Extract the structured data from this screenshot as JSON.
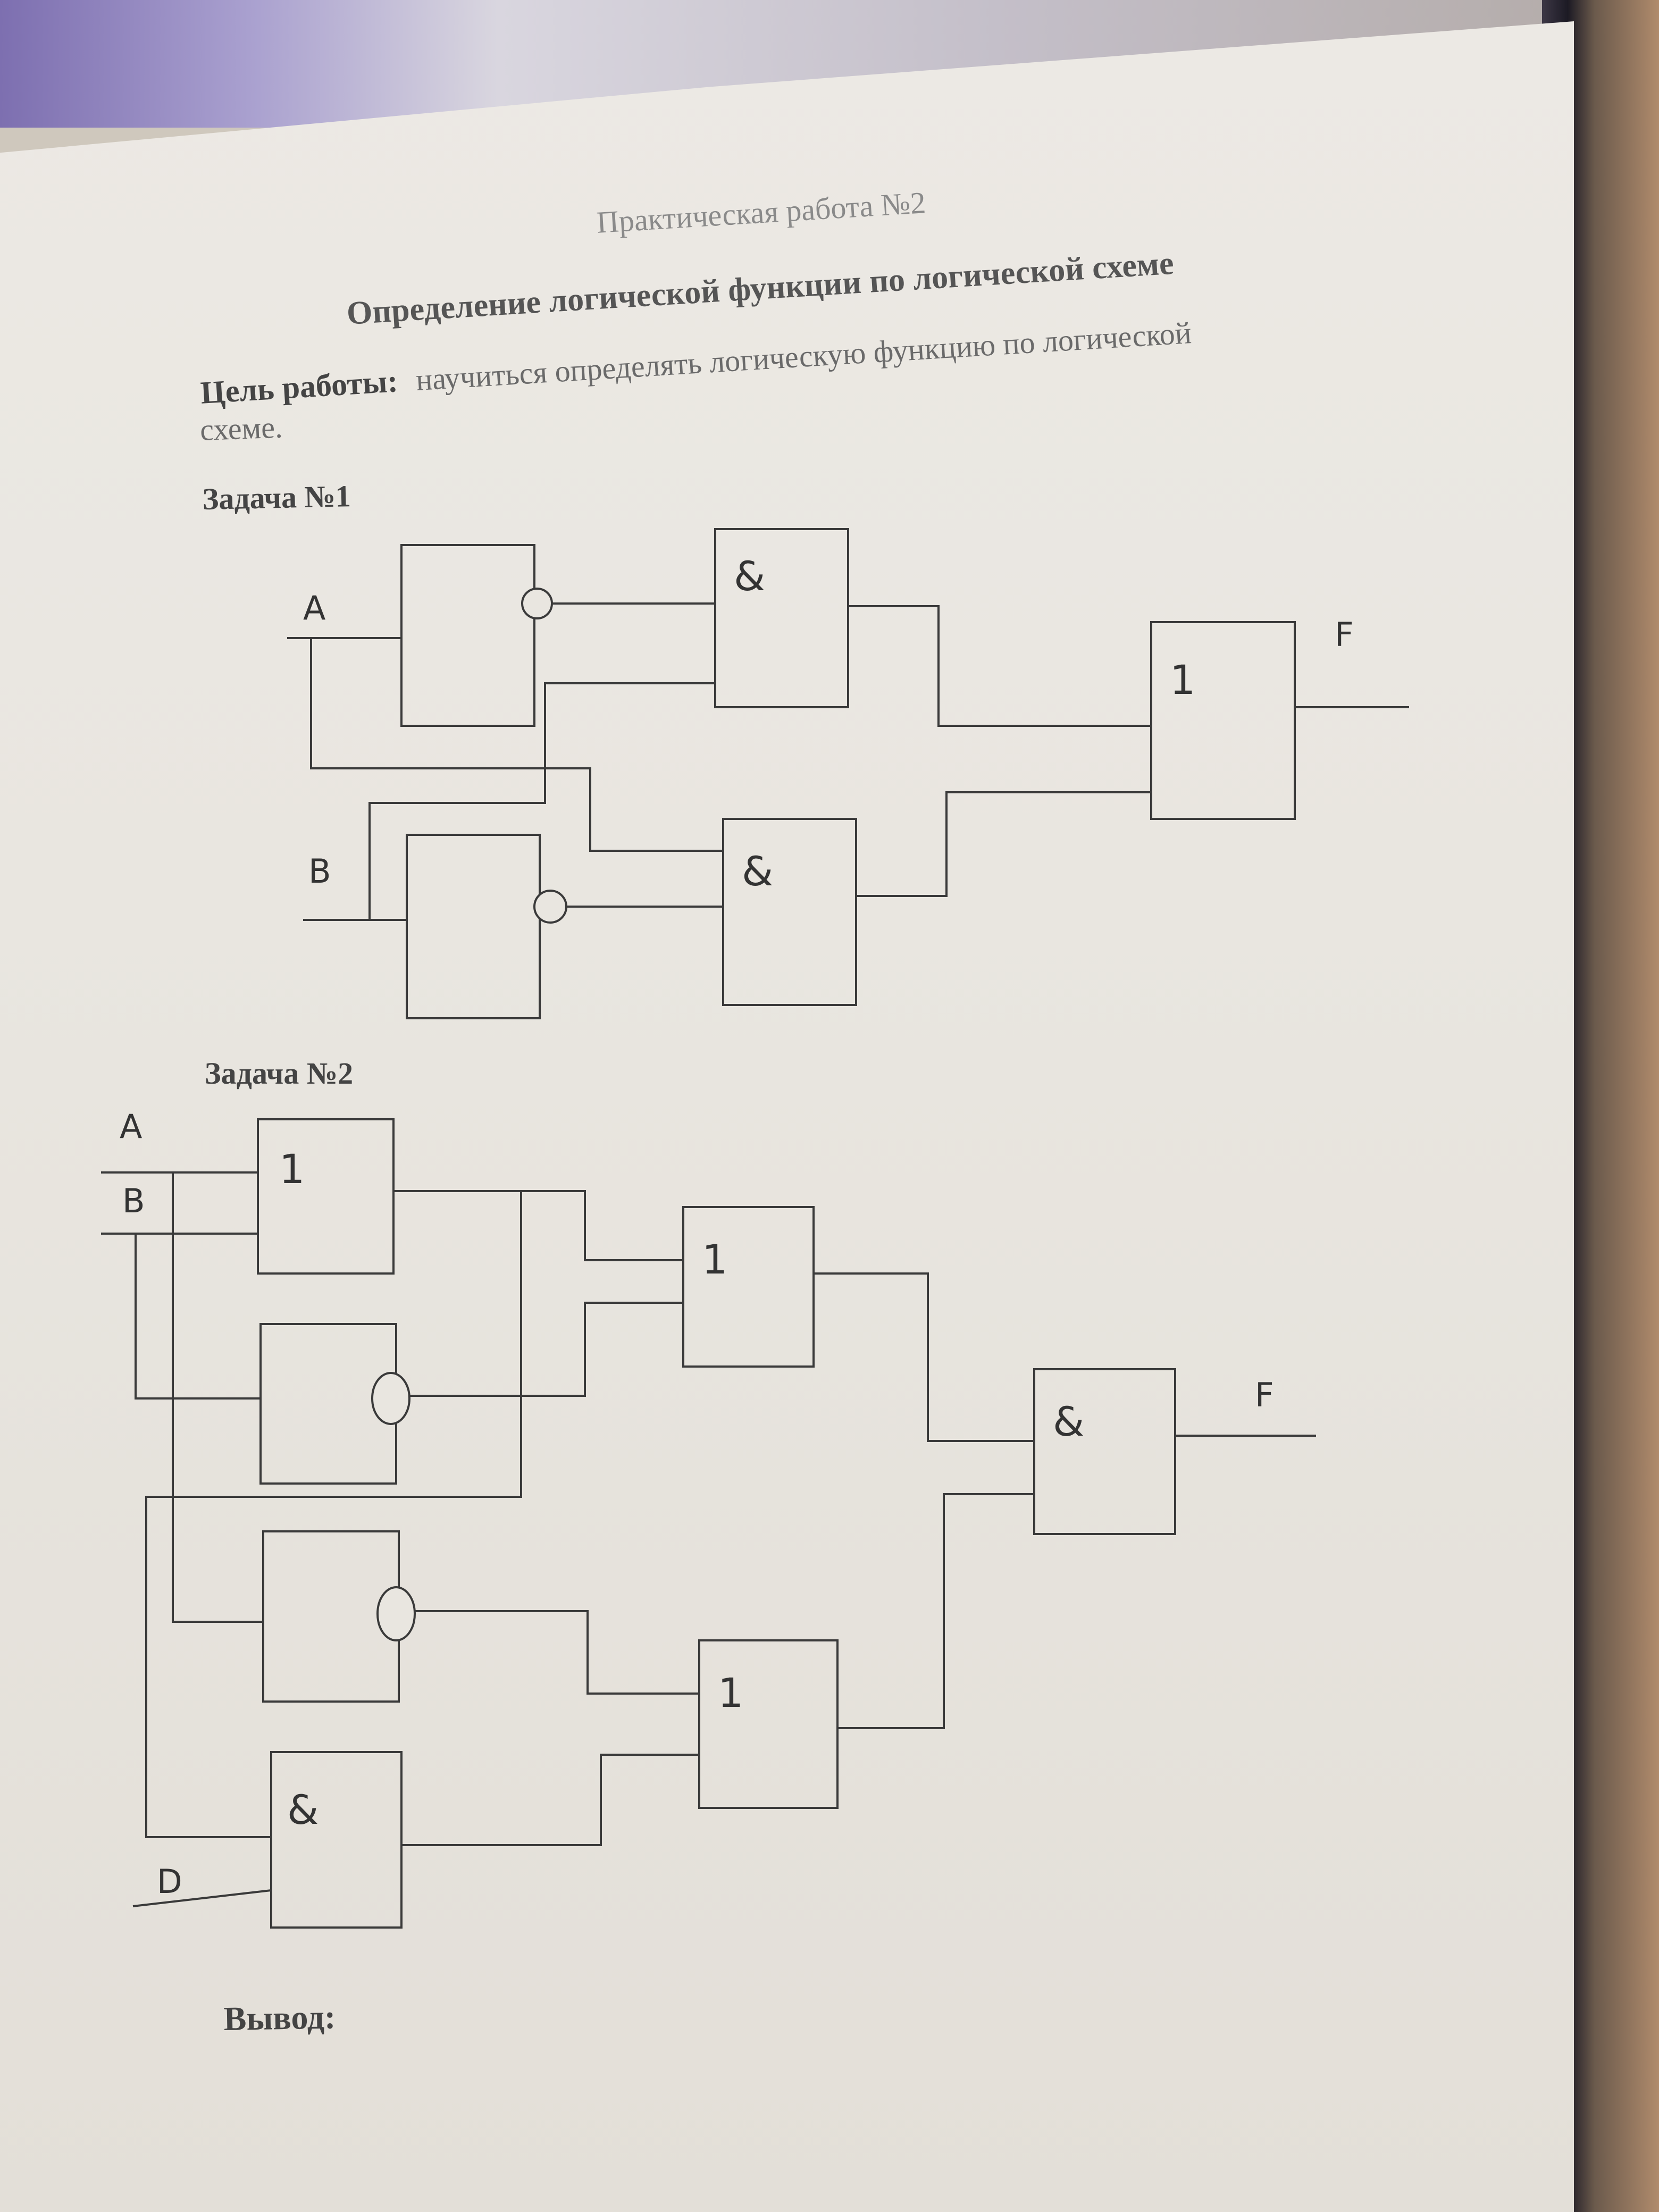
{
  "document": {
    "heading": "Практическая работа №2",
    "subtitle": "Определение логической функции по логической схеме",
    "goal_label": "Цель работы:",
    "goal_text_line1": "научиться определять логическую функцию по логической",
    "goal_text_line2": "схеме.",
    "task1_title": "Задача №1",
    "task2_title": "Задача №2",
    "conclusion": "Вывод:"
  },
  "diagram1": {
    "inputs": [
      "A",
      "B"
    ],
    "output": "F",
    "gates": [
      {
        "symbol": "",
        "inverted": true
      },
      {
        "symbol": "&",
        "inverted": false
      },
      {
        "symbol": "",
        "inverted": true
      },
      {
        "symbol": "&",
        "inverted": false
      },
      {
        "symbol": "1",
        "inverted": false
      }
    ]
  },
  "diagram2": {
    "inputs": [
      "A",
      "B",
      "D"
    ],
    "output": "F",
    "gates": [
      {
        "symbol": "1",
        "inverted": false
      },
      {
        "symbol": "",
        "inverted": true
      },
      {
        "symbol": "1",
        "inverted": false
      },
      {
        "symbol": "",
        "inverted": true
      },
      {
        "symbol": "&",
        "inverted": false
      },
      {
        "symbol": "1",
        "inverted": false
      },
      {
        "symbol": "&",
        "inverted": false
      }
    ]
  },
  "colors": {
    "paper": "#e9e6e0",
    "ink": "#3a3a3a"
  }
}
